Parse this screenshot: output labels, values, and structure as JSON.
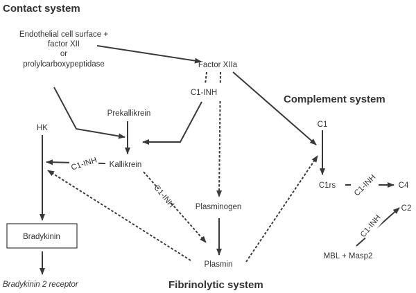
{
  "headings": {
    "contact": "Contact system",
    "complement": "Complement system",
    "fibrinolytic": "Fibrinolytic system"
  },
  "nodes": {
    "endothelial_line1": "Endothelial cell surface +",
    "endothelial_line2": "factor XII",
    "endothelial_line3": "or",
    "endothelial_line4": "prolylcarboxypeptidase",
    "factor_xiia": "Factor XIIa",
    "prekallikrein": "Prekallikrein",
    "hk": "HK",
    "kallikrein": "Kallikrein",
    "bradykinin": "Bradykinin",
    "bradykinin_receptor": "Bradykinin 2 receptor",
    "plasminogen": "Plasminogen",
    "plasmin": "Plasmin",
    "c1": "C1",
    "c1rs": "C1rs",
    "c4": "C4",
    "c2": "C2",
    "mbl_masp2": "MBL + Masp2"
  },
  "inhibitor_labels": {
    "factor_xiia": "C1-INH",
    "kallikrein_hk": "C1-INH",
    "kallikrein_plasmin": "C1-INH",
    "c1rs_c4": "C1-INH",
    "mbl_c2": "C1-INH"
  },
  "colors": {
    "ink": "#333333",
    "background": "#ffffff"
  }
}
